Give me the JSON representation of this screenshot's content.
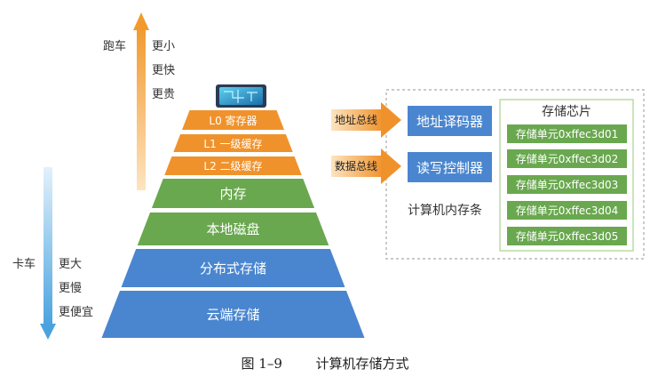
{
  "speed_axis": {
    "top_vehicle": "跑车",
    "top_traits": [
      "更小",
      "更快",
      "更贵"
    ],
    "bottom_vehicle": "卡车",
    "bottom_traits": [
      "更大",
      "更慢",
      "更便宜"
    ]
  },
  "pyramid": {
    "levels": [
      {
        "label": "L0 寄存器",
        "color": "#f0922b"
      },
      {
        "label": "L1 一级缓存",
        "color": "#f0922b"
      },
      {
        "label": "L2 二级缓存",
        "color": "#f0922b"
      },
      {
        "label": "内存",
        "color": "#6aa84f"
      },
      {
        "label": "本地磁盘",
        "color": "#6aa84f"
      },
      {
        "label": "分布式存储",
        "color": "#4a86cf"
      },
      {
        "label": "云端存储",
        "color": "#4a86cf"
      }
    ],
    "chip_icon": "cpu-chip-icon"
  },
  "buses": {
    "address_bus": "地址总线",
    "data_bus": "数据总线"
  },
  "memory_stick": {
    "address_decoder": "地址译码器",
    "rw_controller": "读写控制器",
    "caption": "计算机内存条",
    "chip_title": "存储芯片",
    "cells": [
      "存储单元0xffec3d01",
      "存储单元0xffec3d02",
      "存储单元0xffec3d03",
      "存储单元0xffec3d04",
      "存储单元0xffec3d05"
    ]
  },
  "figure": {
    "number": "图 1–9",
    "title": "计算机存储方式"
  },
  "colors": {
    "orange": "#f0922b",
    "green": "#6aa84f",
    "blue": "#4a86cf",
    "cell_green": "#6aa84f",
    "dashed_border": "#aaaaaa"
  }
}
